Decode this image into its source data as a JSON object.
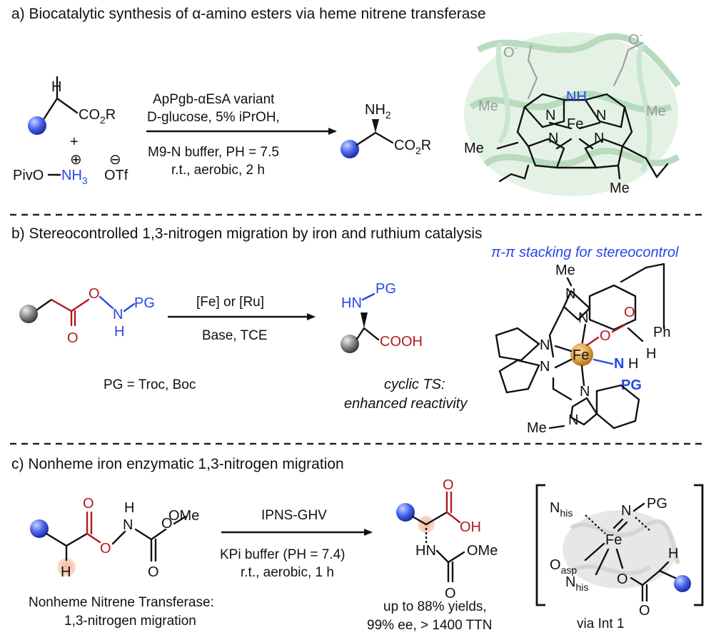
{
  "colors": {
    "blue_accent": "#2747e6",
    "red_accent": "#b3191c",
    "protein_green": "#7fbf8a",
    "ball_blue": "#3b57e8",
    "ball_grey": "#666666",
    "fe_orange": "#d9953a"
  },
  "panel_a": {
    "title": "a) Biocatalytic synthesis of α-amino esters via heme nitrene transferase",
    "reagent_h": "H",
    "reagent_ester": "CO",
    "reagent_ester_sub": "2",
    "reagent_ester_r": "R",
    "plus": "+",
    "plus_charge": "⊕",
    "minus_charge": "⊖",
    "piv": "PivO",
    "nh3": "NH",
    "nh3_sub": "3",
    "otf": "OTf",
    "cond_line1": "ApPgb-αEsA variant",
    "cond_line2": "D-glucose, 5% iPrOH,",
    "cond_line3": "M9-N buffer, PH = 7.5",
    "cond_line4": "r.t., aerobic, 2 h",
    "prod_nh2": "NH",
    "prod_nh2_sub": "2",
    "prod_ester": "CO",
    "prod_ester_sub": "2",
    "prod_ester_r": "R",
    "heme_nh": "NH",
    "heme_fe": "Fe",
    "heme_n": "N",
    "heme_me": "Me",
    "heme_o": "O",
    "heme_minus": "-"
  },
  "panel_b": {
    "title": "b) Stereocontrolled 1,3-nitrogen migration by iron and ruthium catalysis",
    "sub_o": "O",
    "sub_n": "N",
    "sub_h": "H",
    "sub_pg": "PG",
    "cond_line1": "[Fe] or [Ru]",
    "cond_line2": "Base, TCE",
    "pg_note": "PG = Troc, Boc",
    "prod_hn": "HN",
    "prod_pg": "PG",
    "prod_cooh": "COOH",
    "ts_line1": "cyclic TS:",
    "ts_line2": "enhanced reactivity",
    "stack_label": "π-π stacking for stereocontrol",
    "cat_me": "Me",
    "cat_n": "N",
    "cat_fe": "Fe",
    "cat_o": "O",
    "cat_ph": "Ph",
    "cat_h": "H",
    "cat_pg": "PG"
  },
  "panel_c": {
    "title": "c) Nonheme iron enzymatic 1,3-nitrogen migration",
    "sub_o": "O",
    "sub_h": "H",
    "sub_n": "N",
    "sub_ome": "OMe",
    "cond_line1": "IPNS-GHV",
    "cond_line2": "KPi buffer (PH = 7.4)",
    "cond_line3": "r.t., aerobic, 1 h",
    "caption_line1": "Nonheme Nitrene Transferase:",
    "caption_line2": "1,3-nitrogen migration",
    "prod_o": "O",
    "prod_oh": "OH",
    "prod_hn": "HN",
    "prod_ome": "OMe",
    "yield_line1": "up to 88% yields,",
    "yield_line2": "99% ee, > 1400 TTN",
    "int_nhis1": "N",
    "int_nhis_sub": "his",
    "int_n": "N",
    "int_pg": "PG",
    "int_fe": "Fe",
    "int_h": "H",
    "int_oasp": "O",
    "int_asp_sub": "asp",
    "int_nhis2": "N",
    "int_o": "O",
    "int_label": "via Int 1"
  }
}
